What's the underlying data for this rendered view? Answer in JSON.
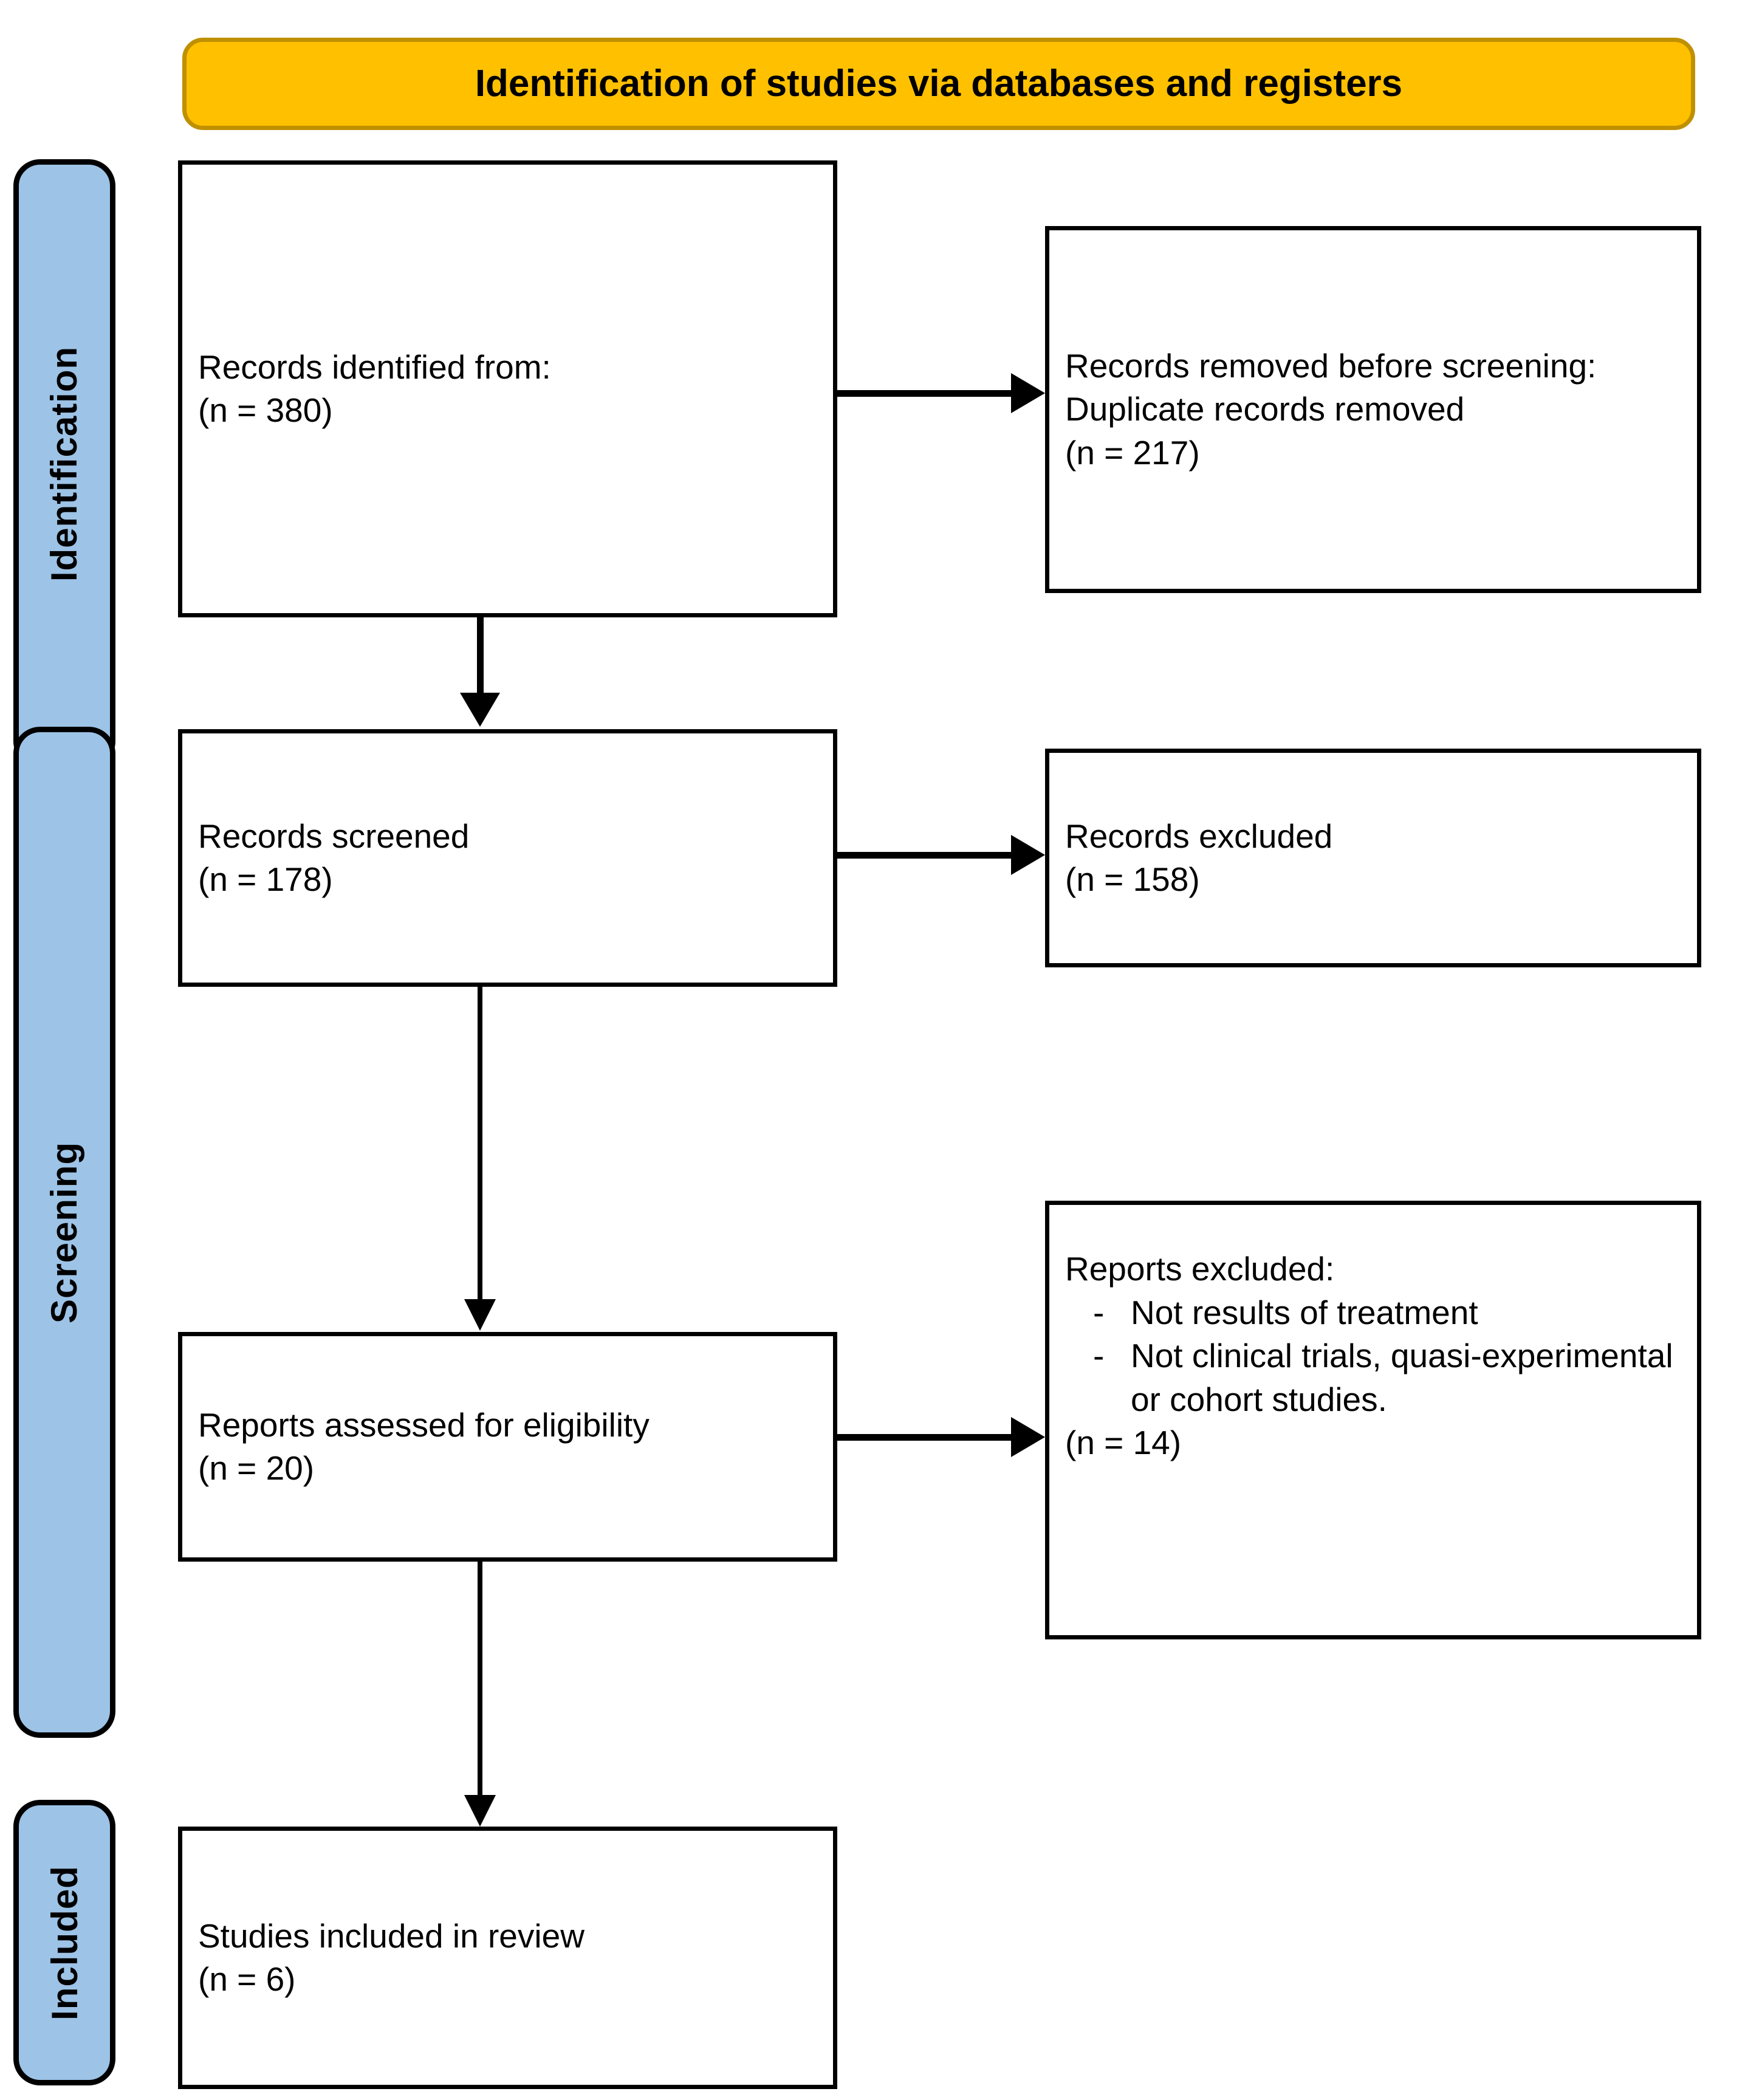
{
  "banner": {
    "title": "Identification of studies via databases and registers",
    "fill_color": "#FFC000",
    "border_color": "#BF9000"
  },
  "stages": [
    {
      "id": "identification",
      "label": "Identification",
      "fill_color": "#9DC3E6"
    },
    {
      "id": "screening",
      "label": "Screening",
      "fill_color": "#9DC3E6"
    },
    {
      "id": "included",
      "label": "Included",
      "fill_color": "#9DC3E6"
    }
  ],
  "boxes": {
    "records_identified": {
      "line1": "Records identified from:",
      "line2": "(n = 380)",
      "count": 380
    },
    "records_removed": {
      "line1": "Records removed before screening:",
      "line2": "Duplicate records removed",
      "line3": "(n = 217)",
      "count": 217
    },
    "records_screened": {
      "line1": "Records screened",
      "line2": "(n = 178)",
      "count": 178
    },
    "records_excluded": {
      "line1": "Records excluded",
      "line2": "(n = 158)",
      "count": 158
    },
    "reports_assessed": {
      "line1": "Reports assessed for eligibility",
      "line2": "(n = 20)",
      "count": 20
    },
    "reports_excluded": {
      "heading": "Reports excluded:",
      "bullet_marker": "-",
      "bullets": [
        "Not results of treatment",
        "Not clinical trials, quasi-experimental or cohort studies."
      ],
      "line_last": "(n = 14)",
      "count": 14
    },
    "studies_included": {
      "line1": "Studies included in review",
      "line2": "(n = 6)",
      "count": 6
    }
  }
}
